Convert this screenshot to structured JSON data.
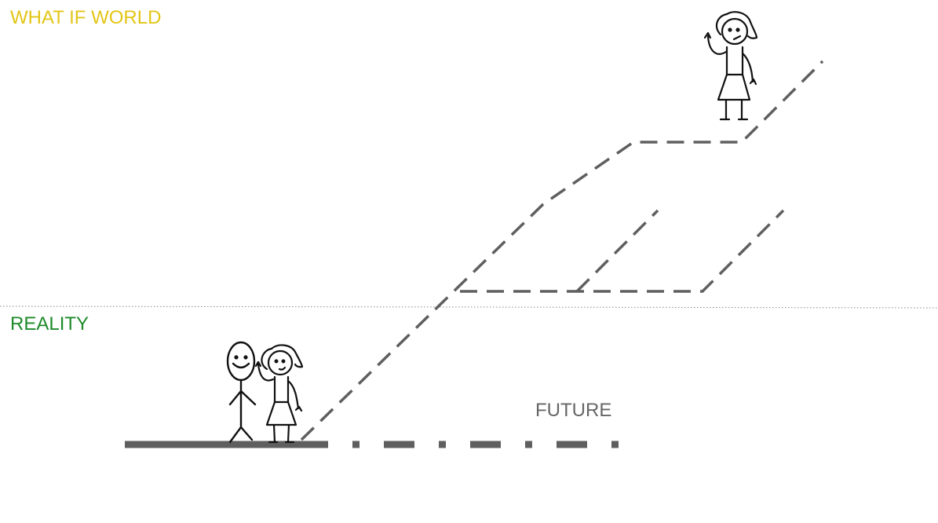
{
  "labels": {
    "what_if_world": "WHAT IF WORLD",
    "reality": "REALITY",
    "future": "FUTURE"
  },
  "colors": {
    "what_if_world": "#e3c514",
    "reality": "#1e8a2a",
    "future": "#666666",
    "path_stroke": "#5f5f5f",
    "divider": "#888888",
    "figure_stroke": "#111111"
  }
}
